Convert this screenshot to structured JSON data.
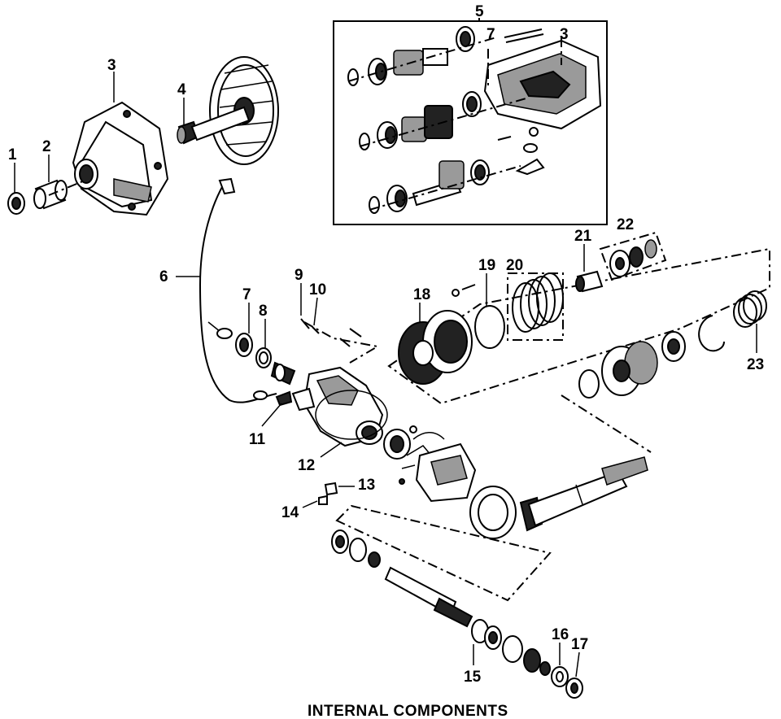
{
  "caption": "INTERNAL COMPONENTS",
  "callouts": {
    "c1": "1",
    "c2": "2",
    "c3": "3",
    "c4": "4",
    "c5": "5",
    "c6": "6",
    "c7": "7",
    "c8": "8",
    "c9": "9",
    "c10": "10",
    "c11": "11",
    "c12": "12",
    "c13": "13",
    "c14": "14",
    "c15": "15",
    "c16": "16",
    "c17": "17",
    "c18": "18",
    "c19": "19",
    "c20": "20",
    "c21": "21",
    "c22": "22",
    "c23": "23",
    "inset_c7": "7",
    "inset_c3": "3"
  }
}
